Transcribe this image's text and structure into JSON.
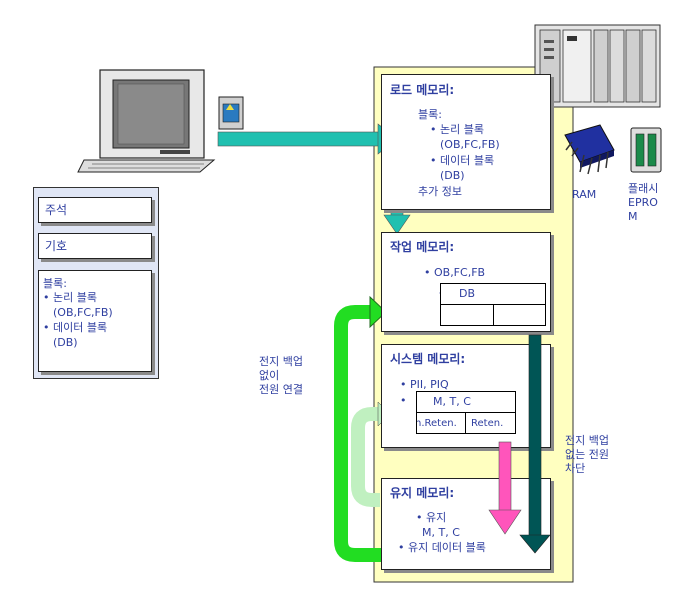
{
  "left_panel": {
    "comment_label": "주석",
    "symbol_label": "기호",
    "blocks_title": "블록:",
    "blocks_logic": "• 논리 블록",
    "blocks_logic_list": "(OB,FC,FB)",
    "blocks_data": "• 데이터 블록",
    "blocks_data_list": "(DB)"
  },
  "load_memory": {
    "title": "로드 메모리:",
    "blocks_title": "블록:",
    "logic_blocks": "• 논리 블록",
    "logic_list": "(OB,FC,FB)",
    "data_blocks": "• 데이터 블록",
    "data_list": "(DB)",
    "extra_info": "추가 정보"
  },
  "work_memory": {
    "title": "작업 메모리:",
    "item1": "• OB,FC,FB",
    "bullet2": "•",
    "db_label": "DB"
  },
  "system_memory": {
    "title": "시스템 메모리:",
    "item1": "• PII, PIQ",
    "bullet2": "•",
    "mtc_label": "M, T, C",
    "non_reten": "n.Reten.",
    "reten": "Reten."
  },
  "retentive_memory": {
    "title": "유지 메모리:",
    "item1": "• 유지",
    "item1_sub": "M, T, C",
    "item2": "• 유지 데이터 블록"
  },
  "labels": {
    "battery_connect_1": "전지 백업",
    "battery_connect_2": "없이",
    "battery_connect_3": "전원 연결",
    "battery_cut_1": "전지 백업",
    "battery_cut_2": "없는 전원",
    "battery_cut_3": "차단",
    "ram": "RAM",
    "flash_1": "플래시",
    "flash_2": "EPRO",
    "flash_3": "M"
  },
  "colors": {
    "outer_frame": "#ffffc0",
    "cyan_arrow": "#20c0b0",
    "green_arrow": "#22dd22",
    "light_green_arrow": "#c0f0c0",
    "pink_arrow": "#ff55bb",
    "dark_teal_arrow": "#005555",
    "text_blue": "#2f3fa0"
  },
  "icons": [
    "computer-terminal-icon",
    "program-module-icon",
    "plc-rack-icon",
    "ram-chip-icon",
    "flash-eprom-card-icon"
  ]
}
